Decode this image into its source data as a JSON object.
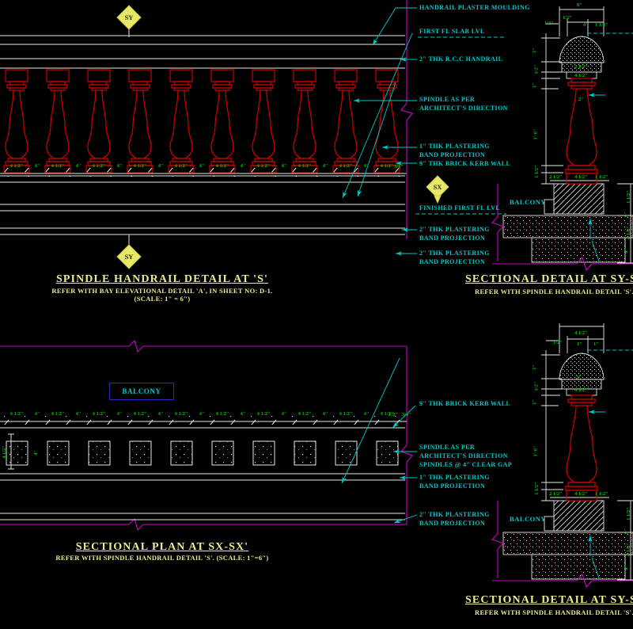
{
  "drawing": {
    "markers": {
      "sy": "SY",
      "sx": "SX"
    },
    "dims": {
      "half": "1/2\"",
      "three_quarter": "3/4\"",
      "one": "1\"",
      "one_half": "1 1/2\"",
      "two": "2\"",
      "two_half": "2 1/2\"",
      "four": "4\"",
      "four_half": "4 1/2\"",
      "six": "6\"",
      "eight": "8\"",
      "nine": "9\"",
      "one_ft": "1'-0\""
    },
    "elevation": {
      "title": "SPINDLE HANDRAIL DETAIL AT 'S'",
      "note1": "REFER WITH BAY ELEVATIONAL DETAIL 'A', IN SHEET NO: D-1.",
      "note2": "(SCALE: 1\" = 6\")",
      "labels": {
        "moulding": "HANDRAIL PLASTER MOULDING",
        "first_fl": "FIRST FL SLAB LVL",
        "handrail": "2\" THK R.C.C HANDRAIL",
        "spindle1": "SPINDLE AS PER",
        "spindle2": "ARCHITECT'S DIRECTION",
        "band1a": "1\" THK PLASTERING",
        "band1b": "BAND PROJECTION",
        "kerb": "9\" THK BRICK KERB WALL",
        "finished_fl": "FINISHED FIRST FL LVL",
        "band2a": "2\" THK PLASTERING",
        "band2b": "BAND PROJECTION",
        "band3a": "2\" THK PLASTERING",
        "band3b": "BAND PROJECTION"
      },
      "dim_row": [
        "4\"",
        "4 1/2\"",
        "4\"",
        "4 1/2\"",
        "4\"",
        "4 1/2\"",
        "4\"",
        "4 1/2\"",
        "4\"",
        "4 1/2\"",
        "4\"",
        "4 1/2\"",
        "4\"",
        "4 1/2\"",
        "4\"",
        "4 1/2\"",
        "4\"",
        "4 1/2\"",
        "4\"",
        "4 1/2\""
      ],
      "dim_end": "3/4\""
    },
    "plan": {
      "title": "SECTIONAL PLAN AT SX-SX'",
      "note1": "REFER WITH SPINDLE HANDRAIL DETAIL 'S'. (SCALE: 1\"=6\")",
      "balcony": "BALCONY",
      "labels": {
        "kerb": "9\" THK BRICK KERB WALL",
        "spindle1": "SPINDLE AS PER",
        "spindle2": "ARCHITECT'S DIRECTION",
        "spindle3": "SPINDLES @ 4\" CLEAR GAP",
        "band1a": "1\" THK PLASTERING",
        "band1b": "BAND PROJECTION",
        "band2a": "2\" THK PLASTERING",
        "band2b": "BAND PROJECTION"
      },
      "dim_row": [
        "4\"",
        "4 1/2\"",
        "4\"",
        "4 1/2\"",
        "4\"",
        "4 1/2\"",
        "4\"",
        "4 1/2\"",
        "4\"",
        "4 1/2\"",
        "4\"",
        "4 1/2\"",
        "4\"",
        "4 1/2\"",
        "4\"",
        "4 1/2\"",
        "4\"",
        "4 1/2\"",
        "4\"",
        "4 1/2\""
      ],
      "left_dim": "4 1/2\"",
      "gap_dim1": "1/2\"",
      "gap_dim2": "3/4\"",
      "gap_between": "4\""
    },
    "section_top": {
      "title": "SECTIONAL DETAIL AT SY-SY' (",
      "note1": "REFER WITH SPINDLE HANDRAIL DETAIL 'S'. (SCA",
      "balcony": "BALCONY"
    },
    "section_bottom": {
      "title": "SECTIONAL DETAIL AT SY-SY' (",
      "note1": "REFER WITH SPINDLE HANDRAIL DETAIL 'S'. (SCA",
      "balcony": "BALCONY"
    }
  }
}
